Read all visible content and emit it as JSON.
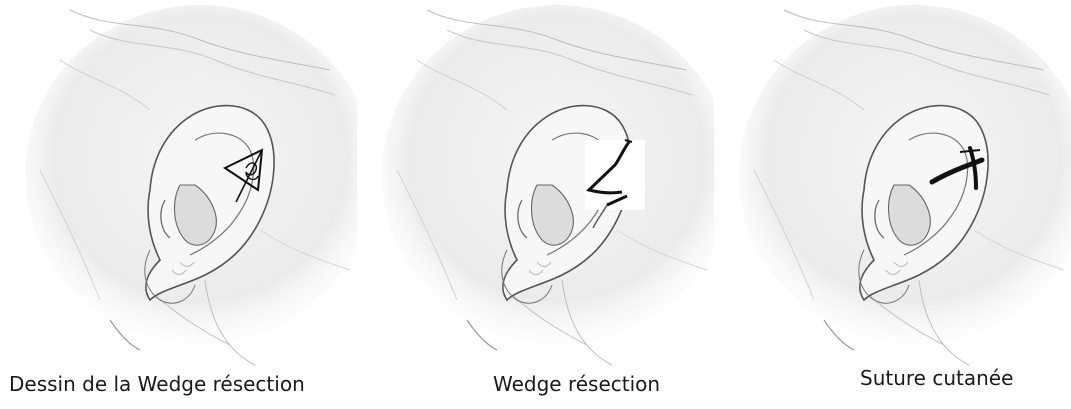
{
  "figure": {
    "panels": [
      {
        "caption": "Dessin de la Wedge résection",
        "stage": "wedge-outline"
      },
      {
        "caption": "Wedge résection",
        "stage": "wedge-removed"
      },
      {
        "caption": "Suture cutanée",
        "stage": "sutured"
      }
    ]
  }
}
